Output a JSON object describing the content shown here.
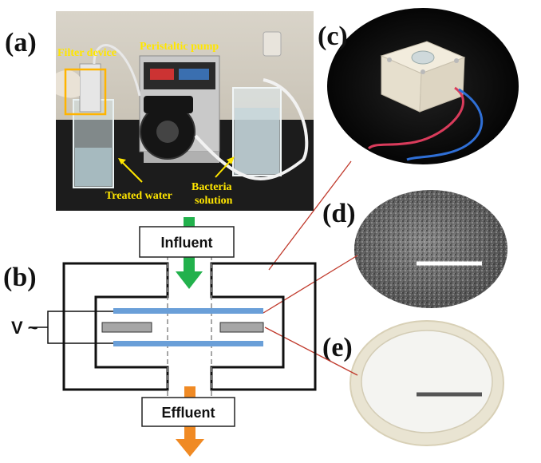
{
  "panels": {
    "a": "(a)",
    "b": "(b)",
    "c": "(c)",
    "d": "(d)",
    "e": "(e)"
  },
  "photo_labels": {
    "filter_device": "Filter device",
    "peristaltic_pump": "Peristaltic pump",
    "treated_water": "Treated water",
    "bacteria_line1": "Bacteria",
    "bacteria_line2": "solution"
  },
  "schematic": {
    "influent": "Influent",
    "effluent": "Effluent",
    "voltage": "V ~"
  },
  "colors": {
    "highlight_yellow": "#ffe600",
    "inflow_green": "#22b14c",
    "outflow_orange": "#f08a24",
    "membrane_blue": "#6a9fd8",
    "electrode_gray": "#a6a6a6",
    "leader_red": "#c0392b"
  }
}
